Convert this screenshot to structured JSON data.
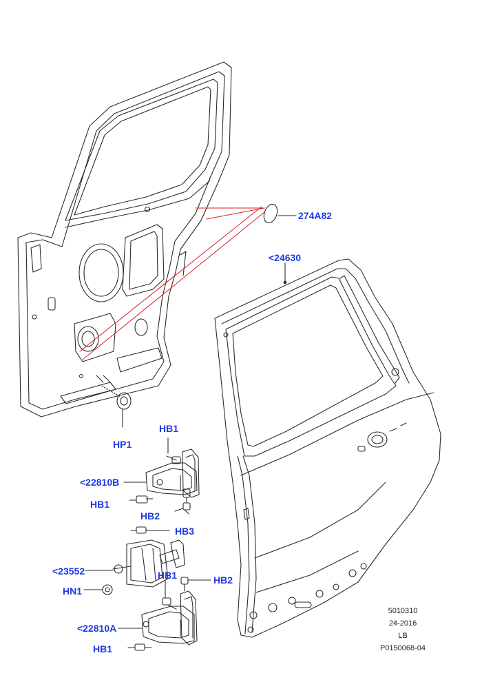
{
  "colors": {
    "callout": "#1f3adf",
    "line": "#2a2a2a",
    "leader": "#d9201f",
    "ref_text": "#222222"
  },
  "callouts": {
    "c274A82": "274A82",
    "c24630": "<24630",
    "hp1": "HP1",
    "hb1_top": "HB1",
    "c22810B": "<22810B",
    "hb1_mid": "HB1",
    "hb2_top": "HB2",
    "hb3": "HB3",
    "c23552": "<23552",
    "hb1_lower": "HB1",
    "hb2_right": "HB2",
    "hn1": "HN1",
    "c22810A": "<22810A",
    "hb1_bottom": "HB1"
  },
  "reference": {
    "line1": "5010310",
    "line2": "24-2016",
    "line3": "LB",
    "line4": "P0150068-04"
  }
}
